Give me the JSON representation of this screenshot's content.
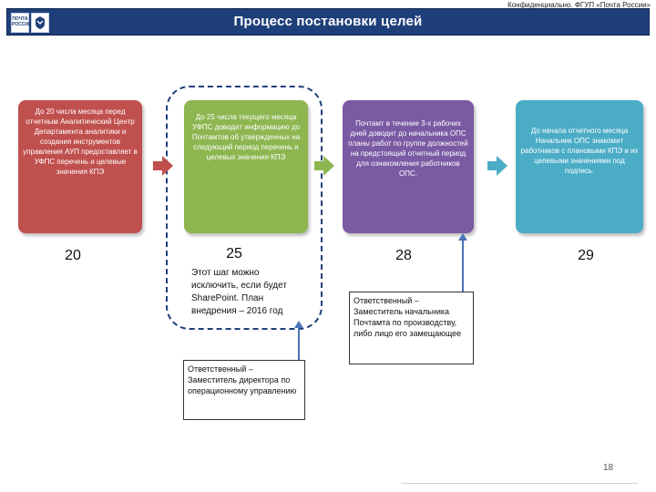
{
  "confidential": "Конфиденциально. ФГУП «Почта России»",
  "logo": {
    "text": "ПОЧТА РОССИИ"
  },
  "title": "Процесс постановки целей",
  "steps": [
    {
      "text": "До 20 числа месяца перед отчетным Аналитический Центр Департамента аналитики и создания инструментов управления АУП предоставляет в УФПС перечень и целевые значения КПЭ",
      "day": "20",
      "color": "#c0504d"
    },
    {
      "text": "До 25 числа текущего месяца УФПС доводит информацию до Почтамтов об утвержденных на следующий период перечень и целевых значения КПЭ",
      "day": "25",
      "color": "#8db650"
    },
    {
      "text": "Почтамт в течение 3-х рабочих дней доводит до начальника ОПС планы работ по группе должностей на предстоящий отчетный период для ознакомления работников ОПС.",
      "day": "28",
      "color": "#7a5aa3"
    },
    {
      "text": "До начала отчетного месяца Начальник ОПС знакомит работников с плановыми КПЭ и их целевыми значениями под подпись.",
      "day": "29",
      "color": "#4bacc6"
    }
  ],
  "note": "Этот шаг можно исключить, если будет SharePoint. План внедрения – 2016 год",
  "responsible": [
    {
      "text": "Ответственный – Заместитель директора по операционному управлению"
    },
    {
      "text": "Ответственный – Заместитель начальника Почтамта по производству, либо лицо его замещающее"
    }
  ],
  "page_number": "18",
  "colors": {
    "header": "#1f3f7a",
    "dashed": "#1f3f7a"
  }
}
